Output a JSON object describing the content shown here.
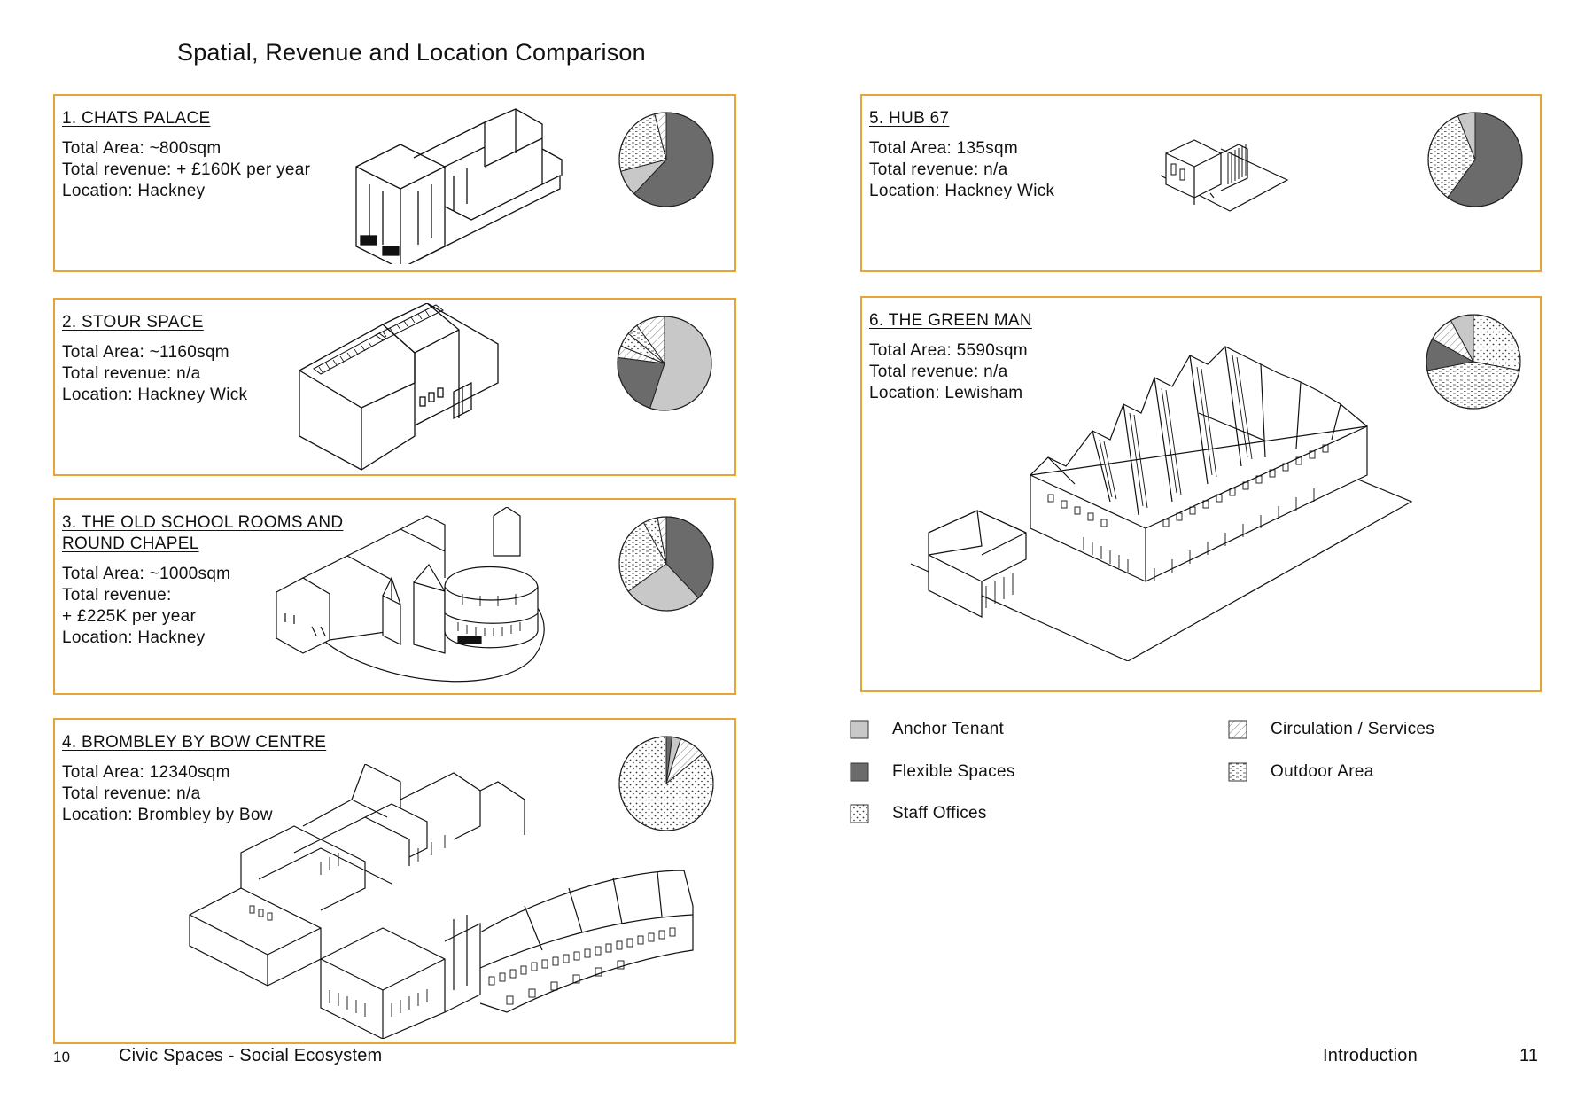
{
  "page": {
    "title": "Spatial, Revenue and Location Comparison"
  },
  "colors": {
    "border": "#e8a536",
    "anchor_tenant": "#c8c8c8",
    "flexible_spaces": "#6b6b6b",
    "pattern_stroke": "#555555"
  },
  "cards": [
    {
      "heading": "1. CHATS PALACE",
      "area": "Total Area: ~800sqm",
      "revenue": "Total revenue: + £160K per year",
      "location": "Location: Hackney",
      "illustration": "chats-palace-isometric-drawing",
      "pie": [
        {
          "category": "Flexible Spaces",
          "share": 0.62
        },
        {
          "category": "Anchor Tenant",
          "share": 0.09
        },
        {
          "category": "Outdoor Area",
          "share": 0.25
        },
        {
          "category": "Circulation / Services",
          "share": 0.04
        }
      ]
    },
    {
      "heading": "2. STOUR SPACE",
      "area": "Total Area: ~1160sqm",
      "revenue": "Total revenue: n/a",
      "location": "Location: Hackney Wick",
      "illustration": "stour-space-isometric-drawing",
      "pie": [
        {
          "category": "Anchor Tenant",
          "share": 0.55
        },
        {
          "category": "Flexible Spaces",
          "share": 0.22
        },
        {
          "category": "Circulation / Services",
          "share": 0.04
        },
        {
          "category": "Staff Offices",
          "share": 0.05
        },
        {
          "category": "Outdoor Area",
          "share": 0.04
        },
        {
          "category": "Circulation / Services",
          "share": 0.1
        }
      ]
    },
    {
      "heading_line1": "3. THE OLD SCHOOL ROOMS AND",
      "heading_line2": "ROUND CHAPEL",
      "area": "Total Area: ~1000sqm",
      "revenue_line1": "Total revenue:",
      "revenue_line2": "+ £225K per year",
      "location": "Location: Hackney",
      "illustration": "old-school-rooms-round-chapel-isometric-drawing",
      "pie": [
        {
          "category": "Flexible Spaces",
          "share": 0.38
        },
        {
          "category": "Anchor Tenant",
          "share": 0.27
        },
        {
          "category": "Outdoor Area",
          "share": 0.27
        },
        {
          "category": "Staff Offices",
          "share": 0.05
        },
        {
          "category": "Circulation / Services",
          "share": 0.03
        }
      ]
    },
    {
      "heading": "4. BROMBLEY BY BOW CENTRE",
      "area": "Total Area: 12340sqm",
      "revenue": "Total revenue: n/a",
      "location": "Location: Brombley by Bow",
      "illustration": "brombley-by-bow-centre-isometric-drawing",
      "pie": [
        {
          "category": "Flexible Spaces",
          "share": 0.02
        },
        {
          "category": "Anchor Tenant",
          "share": 0.03
        },
        {
          "category": "Circulation / Services",
          "share": 0.09
        },
        {
          "category": "Staff Offices",
          "share": 0.86
        }
      ]
    },
    {
      "heading": "5. HUB 67",
      "area": "Total Area: 135sqm",
      "revenue": "Total revenue: n/a",
      "location": "Location: Hackney Wick",
      "illustration": "hub-67-isometric-drawing",
      "pie": [
        {
          "category": "Flexible Spaces",
          "share": 0.6
        },
        {
          "category": "Outdoor Area",
          "share": 0.34
        },
        {
          "category": "Anchor Tenant",
          "share": 0.06
        }
      ]
    },
    {
      "heading": "6. THE GREEN MAN",
      "area": "Total Area: 5590sqm",
      "revenue": "Total revenue: n/a",
      "location": "Location: Lewisham",
      "illustration": "the-green-man-isometric-drawing",
      "pie": [
        {
          "category": "Staff Offices",
          "share": 0.28
        },
        {
          "category": "Outdoor Area",
          "share": 0.44
        },
        {
          "category": "Flexible Spaces",
          "share": 0.11
        },
        {
          "category": "Circulation / Services",
          "share": 0.09
        },
        {
          "category": "Anchor Tenant",
          "share": 0.08
        }
      ]
    }
  ],
  "legend": [
    {
      "label": "Anchor Tenant",
      "pattern": "solid-light-gray"
    },
    {
      "label": "Flexible Spaces",
      "pattern": "solid-dark-gray"
    },
    {
      "label": "Staff Offices",
      "pattern": "dots"
    },
    {
      "label": "Circulation / Services",
      "pattern": "diagonal-hatch"
    },
    {
      "label": "Outdoor Area",
      "pattern": "dashes"
    }
  ],
  "footer": {
    "left_page_number": "10",
    "left_title": "Civic Spaces - Social Ecosystem",
    "right_title": "Introduction",
    "right_page_number": "11"
  }
}
